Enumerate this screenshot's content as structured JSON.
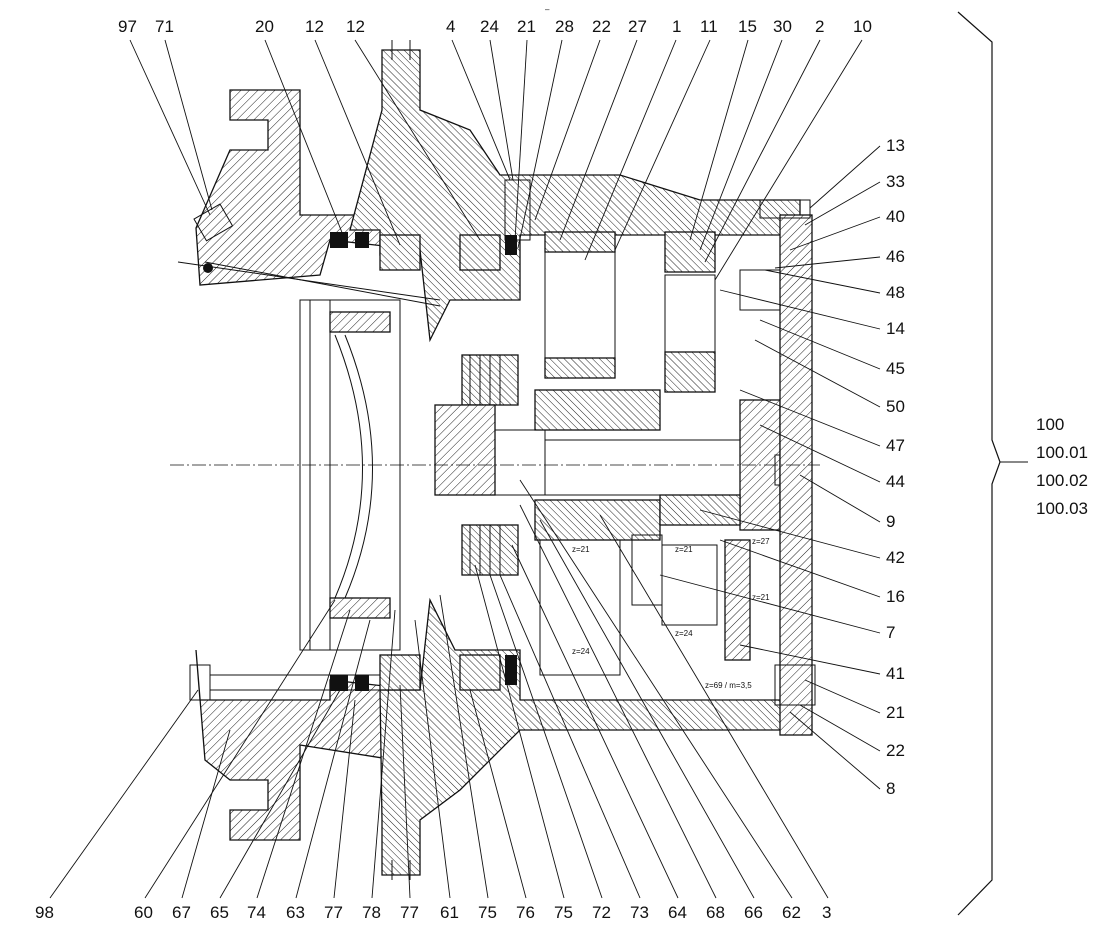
{
  "top_labels": [
    "97",
    "71",
    "20",
    "12",
    "12",
    "4",
    "24",
    "21",
    "28",
    "22",
    "27",
    "1",
    "11",
    "15",
    "30",
    "2",
    "10"
  ],
  "right_labels": [
    "13",
    "33",
    "40",
    "46",
    "48",
    "14",
    "45",
    "50",
    "47",
    "44",
    "9",
    "42",
    "16",
    "7",
    "41",
    "21",
    "22",
    "8"
  ],
  "bottom_labels": [
    "98",
    "60",
    "67",
    "65",
    "74",
    "63",
    "77",
    "78",
    "77",
    "61",
    "75",
    "76",
    "75",
    "72",
    "73",
    "64",
    "68",
    "66",
    "62",
    "3"
  ],
  "versions": [
    "100",
    "100.01",
    "100.02",
    "100.03"
  ],
  "gear_marks": [
    "z=21",
    "z=21",
    "z=27",
    "z=21",
    "z=24",
    "z=24",
    "z=69 / m=3,5"
  ],
  "tick_text": "–"
}
